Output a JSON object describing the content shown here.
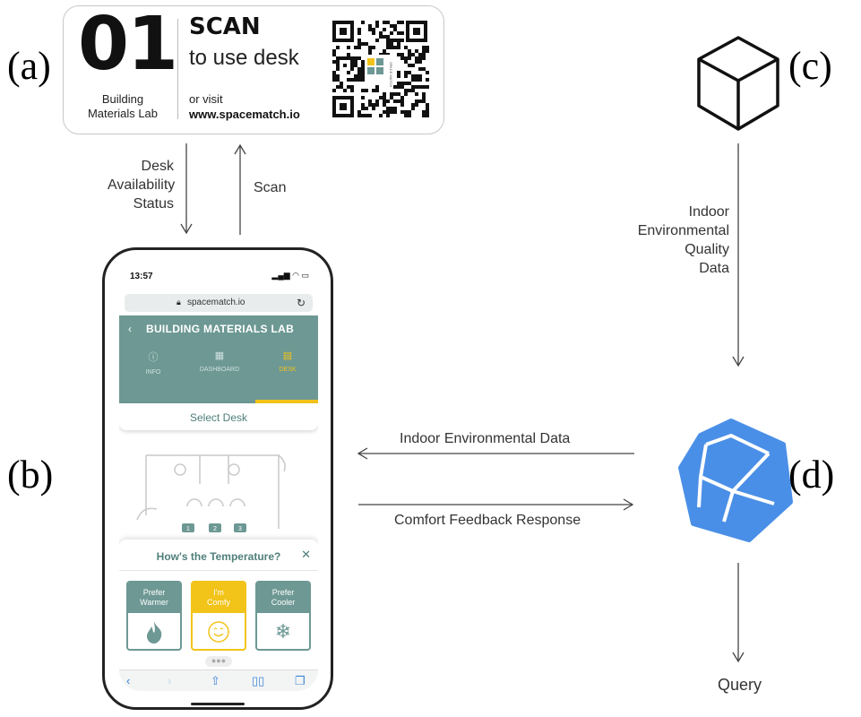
{
  "panel_labels": {
    "a": "(a)",
    "b": "(b)",
    "c": "(c)",
    "d": "(d)"
  },
  "card": {
    "number": "01",
    "room_line1": "Building",
    "room_line2": "Materials Lab",
    "scan": "SCAN",
    "sub": "to use desk",
    "visit": "or visit",
    "url": "www.spacematch.io",
    "qr_center": "SPACE MATCH"
  },
  "flows": {
    "desk_availability_l1": "Desk",
    "desk_availability_l2": "Availability",
    "desk_availability_l3": "Status",
    "scan": "Scan",
    "ieq_l1": "Indoor",
    "ieq_l2": "Environmental",
    "ieq_l3": "Quality",
    "ieq_l4": "Data",
    "indoor_env_data": "Indoor Environmental Data",
    "comfort_feedback": "Comfort Feedback Response",
    "query": "Query"
  },
  "phone": {
    "time": "13:57",
    "url": "spacematch.io",
    "title": "BUILDING MATERIALS LAB",
    "tabs": [
      {
        "label": "INFO",
        "icon": "ⓘ"
      },
      {
        "label": "DASHBOARD",
        "icon": "▦"
      },
      {
        "label": "DESK",
        "icon": "▤"
      }
    ],
    "select_desk": "Select Desk",
    "desks": [
      "1",
      "2",
      "3"
    ],
    "popup_title": "How's the Temperature?",
    "options": [
      {
        "l1": "Prefer",
        "l2": "Warmer",
        "icon": "🔥"
      },
      {
        "l1": "I'm",
        "l2": "Comfy",
        "icon": "☺"
      },
      {
        "l1": "Prefer",
        "l2": "Cooler",
        "icon": "❄"
      }
    ],
    "dots": "●●●"
  },
  "colors": {
    "teal": "#6d9894",
    "yellow": "#f2c318",
    "blue": "#4a8fe7",
    "text": "#333333"
  }
}
